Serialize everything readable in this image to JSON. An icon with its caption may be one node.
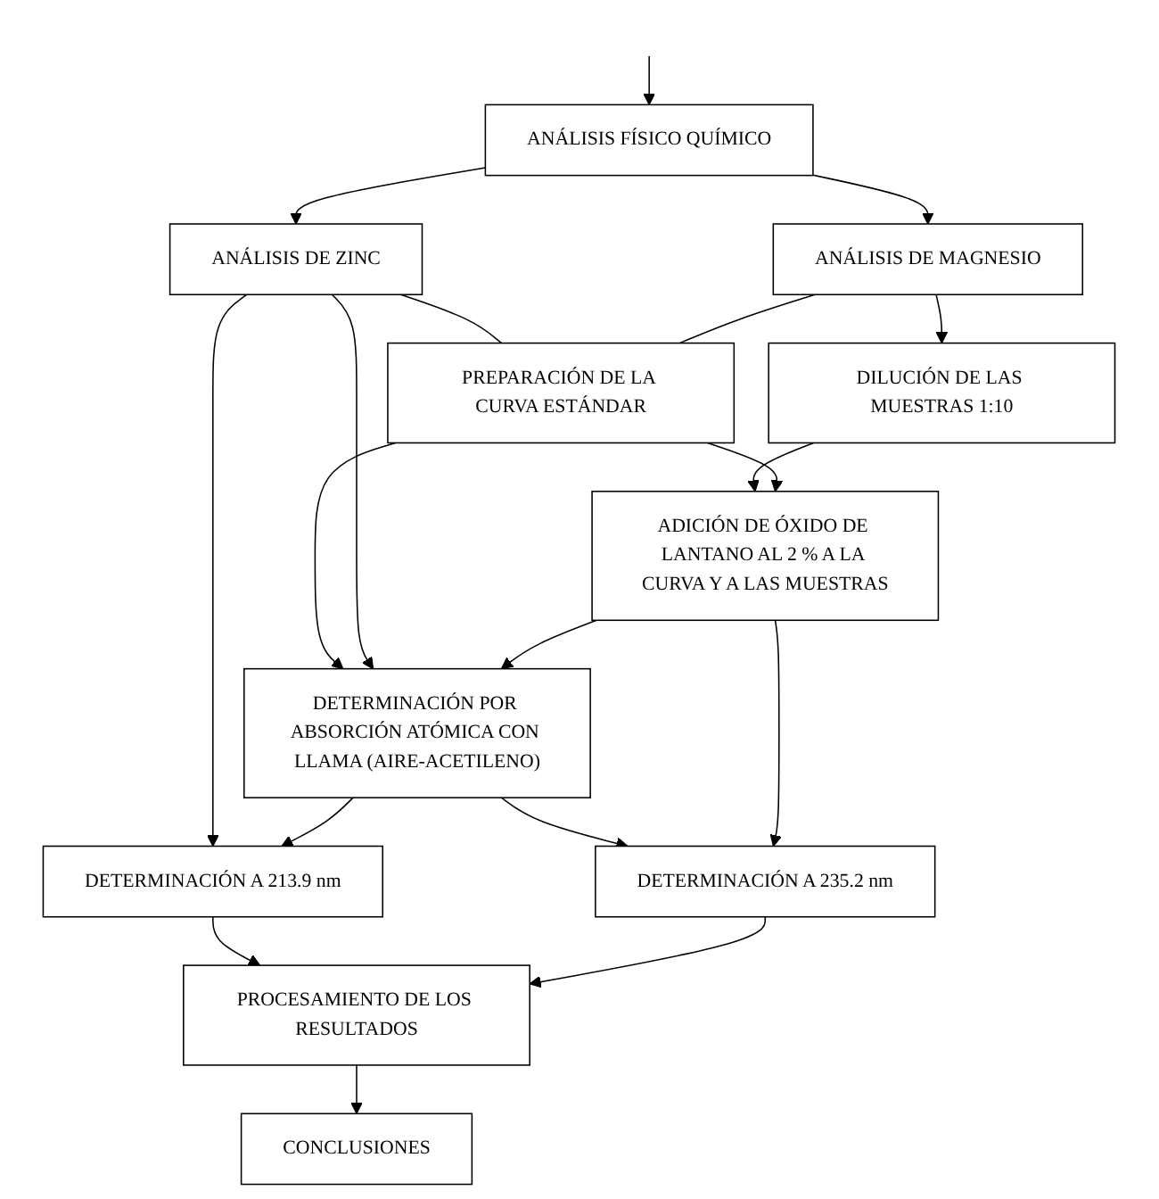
{
  "diagram": {
    "nodes": [
      {
        "text": [
          "ANÁLISIS FÍSICO QUÍMICO"
        ]
      },
      {
        "text": [
          "ANÁLISIS DE ZINC"
        ]
      },
      {
        "text": [
          "ANÁLISIS DE MAGNESIO"
        ]
      },
      {
        "text": [
          "DILUCIÓN DE LAS MUESTRAS 1:10"
        ]
      },
      {
        "text": [
          "PREPARACIÓN DE LA CURVA ESTÁNDAR"
        ]
      },
      {
        "text": [
          "ADICIÓN DE ÓXIDO DE LANTANO AL 2 % A LA CURVA Y A LAS MUESTRAS"
        ]
      },
      {
        "text": [
          "DETERMINACIÓN POR ABSORCIÓN ATÓMICA CON LLAMA (AIRE-ACETILENO)"
        ]
      },
      {
        "text": [
          "DETERMINACIÓN A 213.9 nm"
        ]
      },
      {
        "text": [
          "DETERMINACIÓN A 235.2 nm"
        ]
      },
      {
        "text": [
          "PROCESAMIENTO DE LOS RESULTADOS"
        ]
      },
      {
        "text": [
          "CONCLUSIONES"
        ]
      }
    ],
    "edges": [
      {
        "from": null,
        "to": 0,
        "arrow": "to"
      },
      {
        "from": 0,
        "to": 1,
        "arrow": "to"
      },
      {
        "from": 0,
        "to": 2,
        "arrow": "to"
      },
      {
        "from": 1,
        "to": 4,
        "arrow": "none"
      },
      {
        "from": 2,
        "to": 4,
        "arrow": "none"
      },
      {
        "from": 2,
        "to": 3,
        "arrow": "to"
      },
      {
        "from": 3,
        "to": 5,
        "arrow": "to"
      },
      {
        "from": 4,
        "to": 5,
        "arrow": "to"
      },
      {
        "from": 4,
        "to": 6,
        "arrow": "to"
      },
      {
        "from": 1,
        "to": 6,
        "arrow": "to"
      },
      {
        "from": 5,
        "to": 6,
        "arrow": "to"
      },
      {
        "from": 1,
        "to": 7,
        "arrow": "to"
      },
      {
        "from": 6,
        "to": 7,
        "arrow": "to"
      },
      {
        "from": 6,
        "to": 8,
        "arrow": "to"
      },
      {
        "from": 5,
        "to": 8,
        "arrow": "to"
      },
      {
        "from": 7,
        "to": 9,
        "arrow": "to"
      },
      {
        "from": 8,
        "to": 9,
        "arrow": "to"
      },
      {
        "from": 9,
        "to": 10,
        "arrow": "to"
      }
    ]
  }
}
